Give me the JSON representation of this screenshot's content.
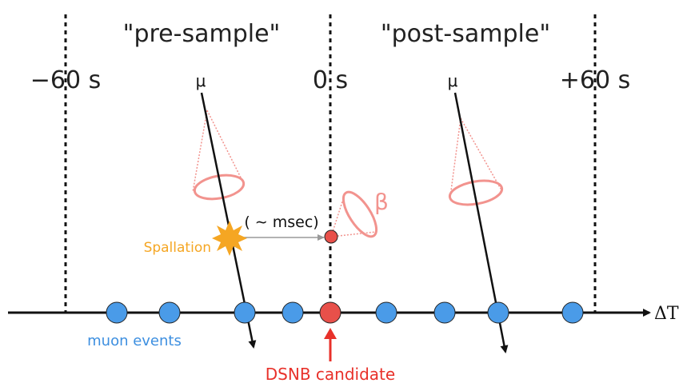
{
  "regions": {
    "pre_sample": "\"pre-sample\"",
    "post_sample": "\"post-sample\""
  },
  "times": {
    "minus60": "−60 s",
    "zero": "0 s",
    "plus60": "+60 s"
  },
  "axis": {
    "delta_t": "ΔT"
  },
  "muon_label": "μ",
  "beta_label": "β",
  "delay_label": "( ∼ msec)",
  "spallation_label": "Spallation",
  "muon_events_label": "muon events",
  "dsnb_label": "DSNB candidate",
  "colors": {
    "muon_event": "#4a9be8",
    "candidate": "#e8504a",
    "cherenkov_cone": "#f2938e",
    "spallation": "#f5a623",
    "arrow_red": "#e8312a"
  }
}
